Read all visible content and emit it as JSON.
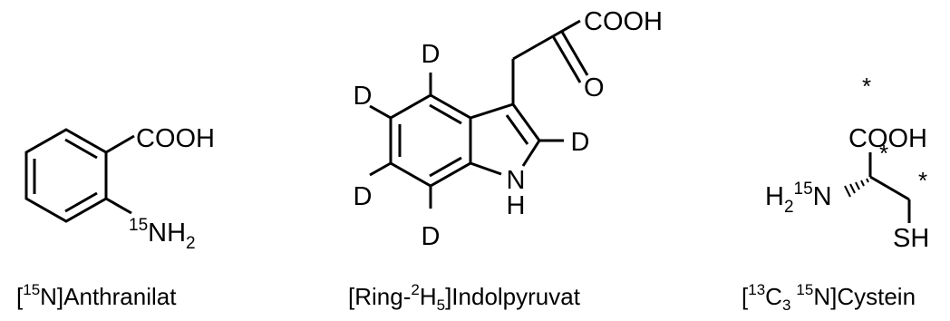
{
  "molecules": [
    {
      "id": "anthranilate",
      "group_top": "COOH",
      "amine_isotope": "15",
      "amine_label": "NH",
      "amine_h_count": "2",
      "caption_open": "[",
      "caption_isotope": "15",
      "caption_rest": "N]Anthranilat"
    },
    {
      "id": "indolepyruvate",
      "acid_label": "COOH",
      "keto_label": "O",
      "deuterium_label": "D",
      "ring_n_label": "N",
      "ring_h_label": "H",
      "caption_prefix": "[Ring-",
      "caption_isotope": "2",
      "caption_h": "H",
      "caption_h_count": "5",
      "caption_suffix": "]Indolpyruvat"
    },
    {
      "id": "cysteine",
      "acid_label": "COOH",
      "amine_h": "H",
      "amine_h_count": "2",
      "amine_isotope": "15",
      "amine_n": "N",
      "thiol_label": "SH",
      "label_marker": "*",
      "caption_open": "[",
      "caption_c_isotope": "13",
      "caption_c": "C",
      "caption_c_count": "3",
      "caption_n_isotope": "15",
      "caption_rest": "N]Cystein"
    }
  ]
}
